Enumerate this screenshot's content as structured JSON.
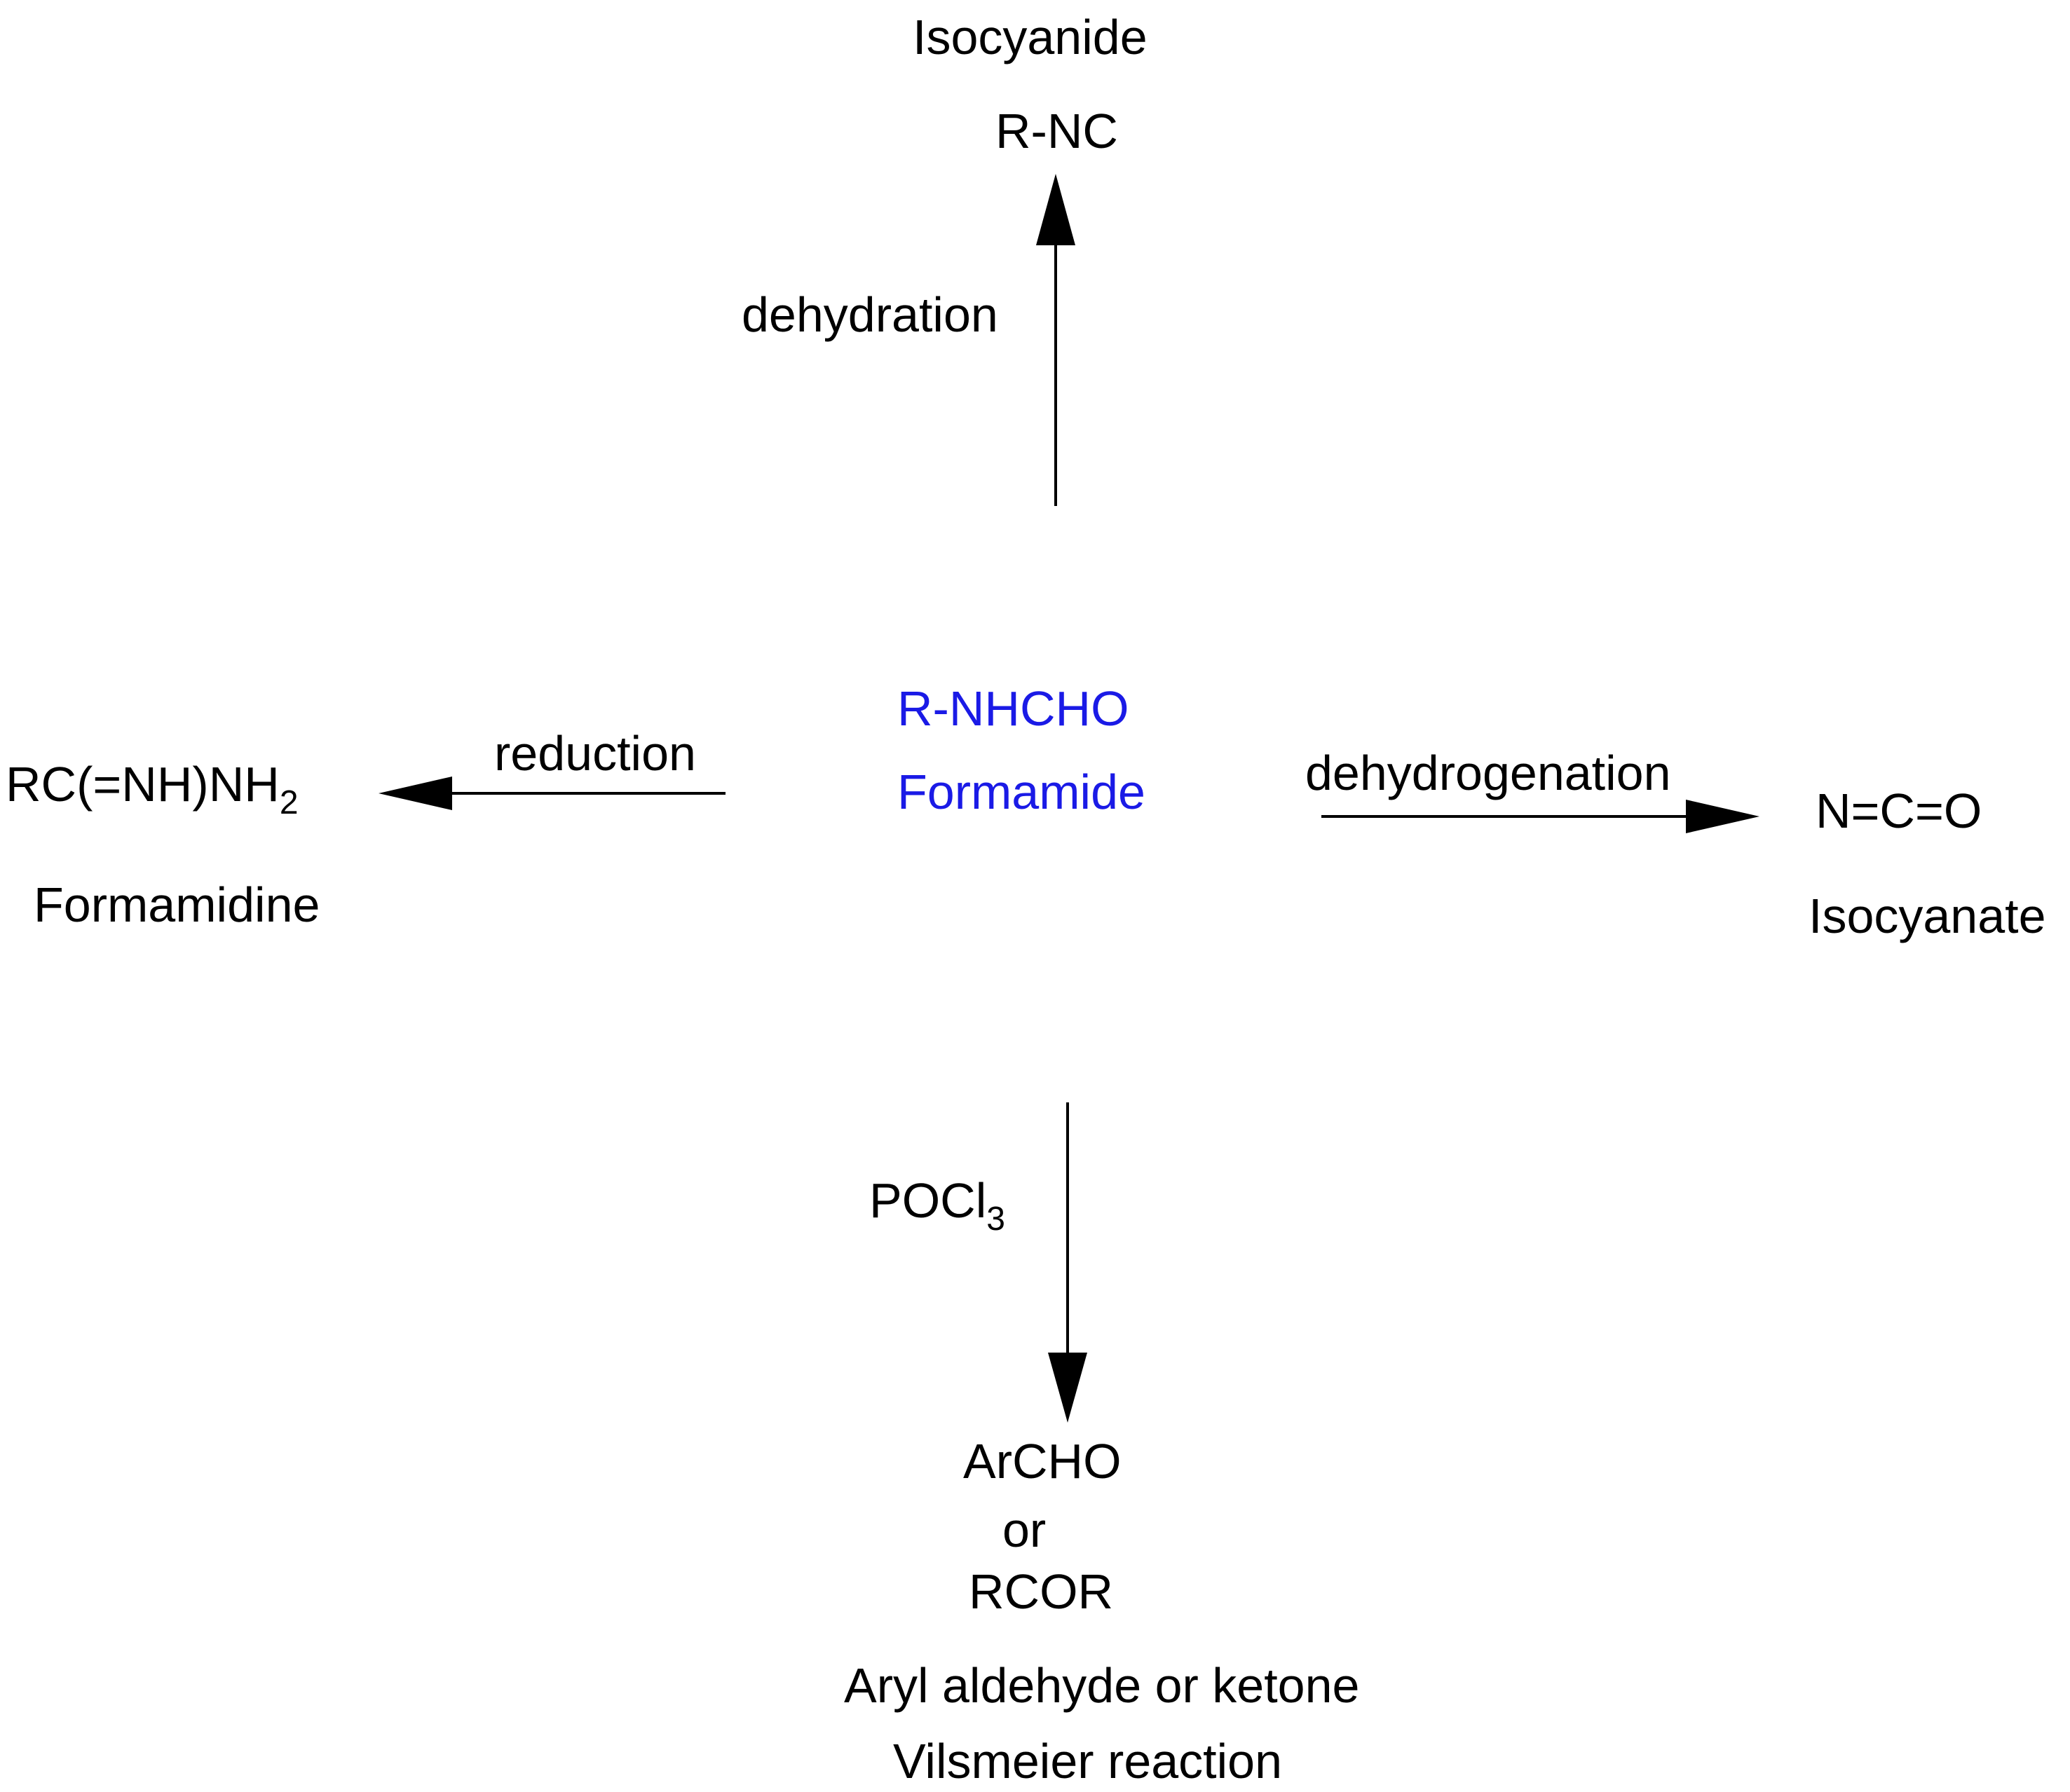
{
  "colors": {
    "ink": "#000000",
    "accent": "#1a1ae6"
  },
  "center": {
    "formula": "R-NHCHO",
    "name": "Formamide"
  },
  "top": {
    "name": "Isocyanide",
    "formula": "R-NC",
    "reagent": "dehydration"
  },
  "left": {
    "formula_main": "RC(=NH)NH",
    "formula_sub": "2",
    "name": "Formamidine",
    "reagent": "reduction"
  },
  "right": {
    "formula": "N=C=O",
    "name": "Isocyanate",
    "reagent": "dehydrogenation"
  },
  "bottom": {
    "reagent_main": "POCl",
    "reagent_sub": "3",
    "product_line1": "ArCHO",
    "product_line2": "or",
    "product_line3": "RCOR",
    "name_line1": "Aryl aldehyde or ketone",
    "name_line2": "Vilsmeier reaction"
  }
}
